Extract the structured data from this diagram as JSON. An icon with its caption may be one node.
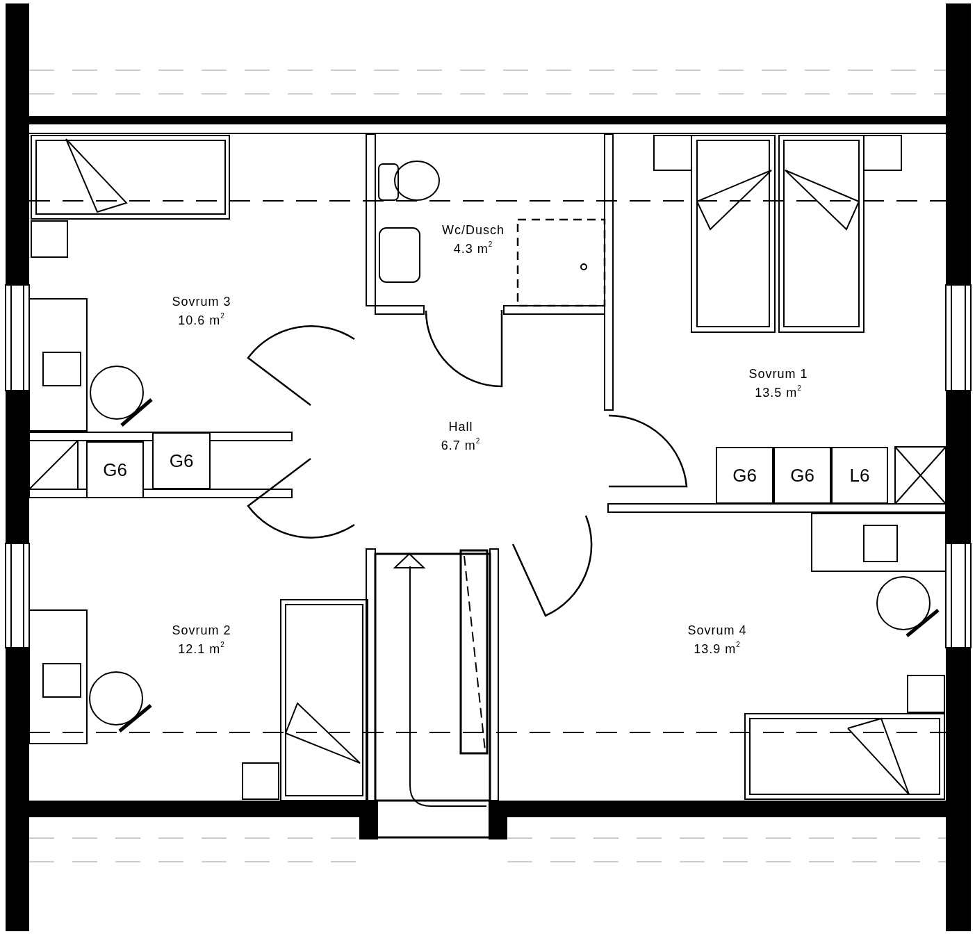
{
  "diagram": {
    "nodes": [
      {
        "text": [
          "Wc/Dusch",
          "4.3 m$^{2}$"
        ]
      },
      {
        "text": [
          "Sovrum 3",
          "10.6 m$^{2}$"
        ]
      },
      {
        "text": [
          "Sovrum 1",
          "13.5 m$^{2}$"
        ]
      },
      {
        "text": [
          "Hall",
          "6.7 m$^{2}$"
        ]
      },
      {
        "text": [
          "G6"
        ]
      },
      {
        "text": [
          "G6"
        ]
      },
      {
        "text": [
          "G6"
        ]
      },
      {
        "text": [
          "G6"
        ]
      },
      {
        "text": [
          "L6"
        ]
      },
      {
        "text": [
          "Sovrum 2",
          "12.1 m$^{2}$"
        ]
      },
      {
        "text": [
          "Sovrum 4",
          "13.9 m$^{2}$"
        ]
      }
    ]
  }
}
